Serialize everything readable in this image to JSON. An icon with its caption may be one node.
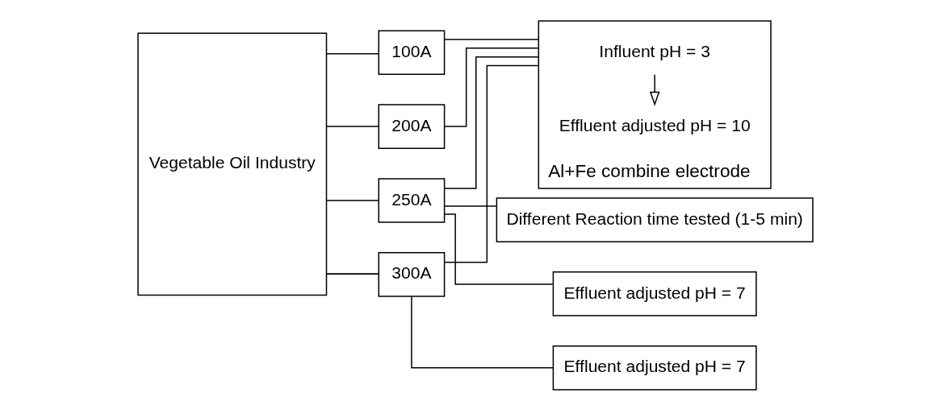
{
  "diagram": {
    "nodes": [
      {
        "text": [
          "Vegetable Oil Industry"
        ]
      },
      {
        "text": [
          "100A"
        ]
      },
      {
        "text": [
          "200A"
        ]
      },
      {
        "text": [
          "250A"
        ]
      },
      {
        "text": [
          "300A"
        ]
      },
      {
        "text": [
          "Al+Fe combine electrode"
        ]
      },
      {
        "text": [
          "Influent pH = 3"
        ],
        "in": 5
      },
      {
        "text": [
          "Effluent adjusted pH = 10"
        ],
        "in": 5
      },
      {
        "text": [
          "Different Reaction time tested (1-5 min)"
        ]
      },
      {
        "text": [
          "Effluent adjusted pH = 7"
        ]
      },
      {
        "text": [
          "Effluent adjusted pH = 7"
        ]
      }
    ],
    "edges": [
      {
        "from": 0,
        "to": 1,
        "arrow": "none"
      },
      {
        "from": 0,
        "to": 2,
        "arrow": "none"
      },
      {
        "from": 0,
        "to": 3,
        "arrow": "none"
      },
      {
        "from": 0,
        "to": 4,
        "arrow": "none"
      },
      {
        "from": 6,
        "to": 7,
        "arrow": "to"
      },
      {
        "from": 1,
        "to": 5,
        "arrow": "none"
      },
      {
        "from": 2,
        "to": 5,
        "arrow": "none"
      },
      {
        "from": 3,
        "to": 5,
        "arrow": "none"
      },
      {
        "from": 4,
        "to": 5,
        "arrow": "none"
      },
      {
        "from": 3,
        "to": 8,
        "arrow": "none"
      },
      {
        "from": 3,
        "to": 9,
        "arrow": "none"
      },
      {
        "from": 4,
        "to": 10,
        "arrow": "none"
      }
    ]
  }
}
